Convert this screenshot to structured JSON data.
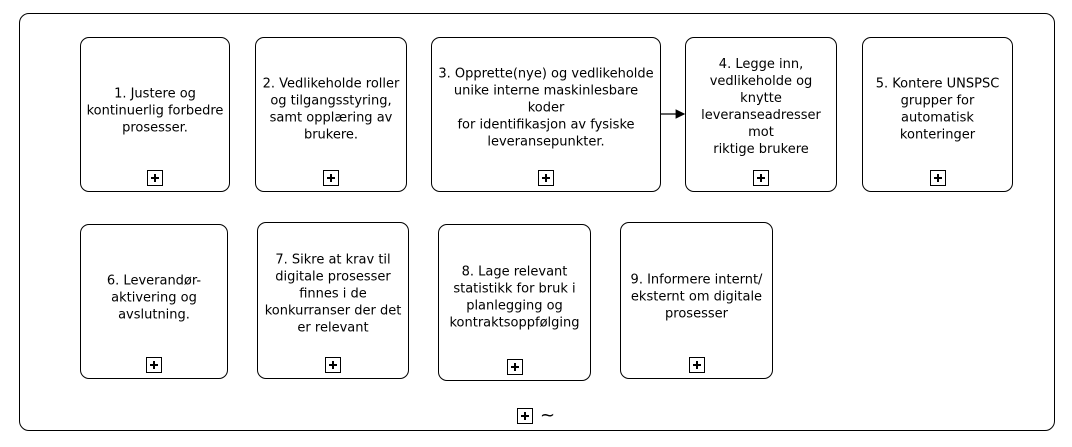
{
  "diagram": {
    "tasks": [
      {
        "label": "1. Justere og\nkontinuerlig forbedre\nprosesser."
      },
      {
        "label": "2. Vedlikeholde roller\nog  tilgangsstyring,\nsamt opplæring av\nbrukere."
      },
      {
        "label": "3. Opprette(nye) og vedlikeholde\nunike interne maskinlesbare koder\nfor identifikasjon av fysiske\nleveransepunkter."
      },
      {
        "label": "4.  Legge inn,\nvedlikeholde og knytte\nleveranseadresser mot\nriktige brukere"
      },
      {
        "label": "5. Kontere UNSPSC\ngrupper for\nautomatisk\nkonteringer"
      },
      {
        "label": "6. Leverandør-\naktivering og\navslutning."
      },
      {
        "label": "7. Sikre at krav til\ndigitale prosesser\nfinnes i de\nkonkurranser der det\ner relevant"
      },
      {
        "label": "8. Lage relevant\nstatistikk for bruk i\nplanlegging og\nkontraktsoppfølging"
      },
      {
        "label": "9. Informere internt/\neksternt om digitale\nprosesser"
      }
    ],
    "markers": {
      "subprocess_icon": "plus-square-icon",
      "loop_icon": "tilde-loop-icon",
      "loop_glyph": "~"
    },
    "connections": [
      {
        "from": 3,
        "to": 4
      }
    ]
  }
}
